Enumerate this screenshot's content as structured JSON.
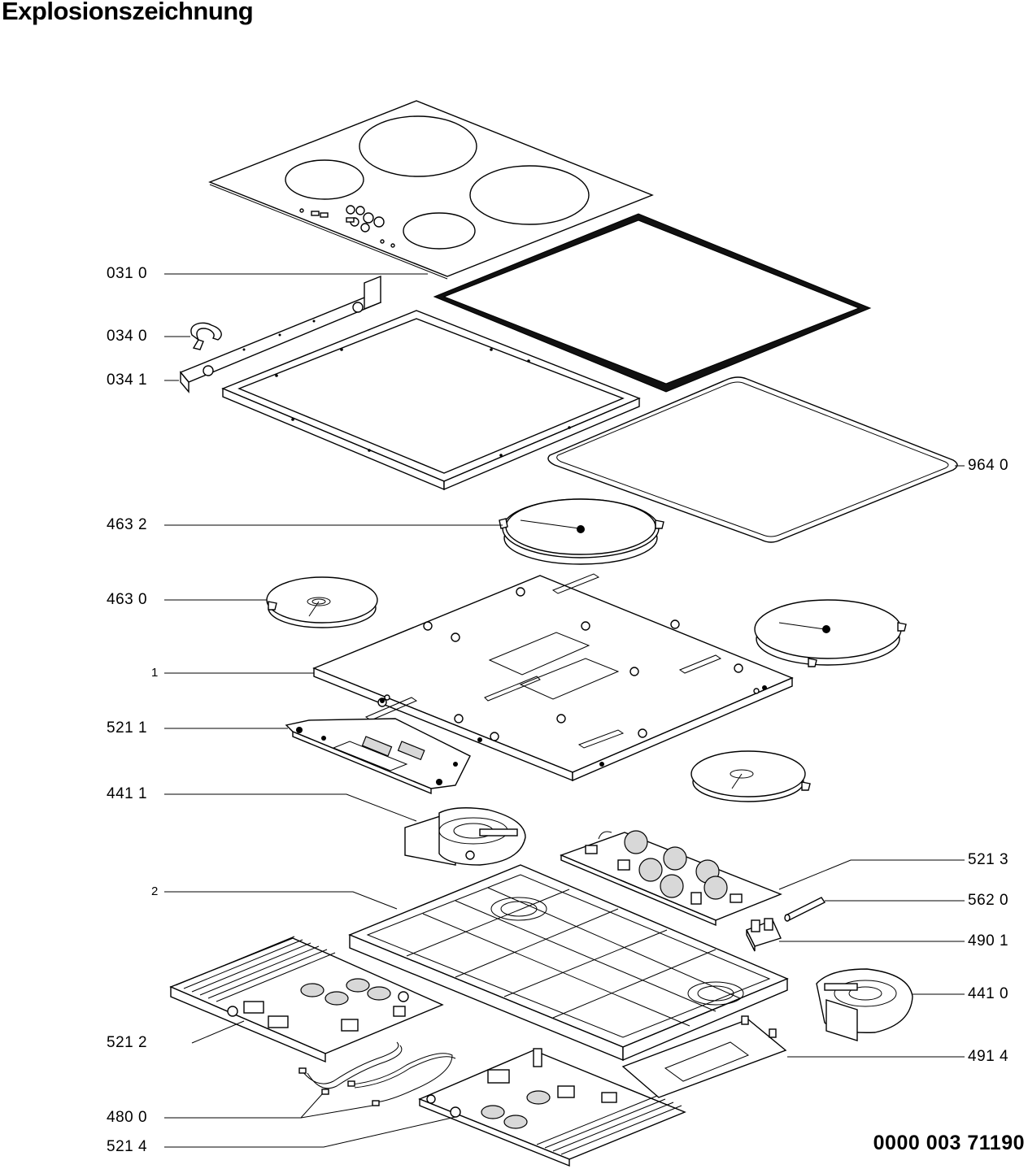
{
  "title": "Explosionszeichnung",
  "document_number": "0000 003 71190",
  "parts": [
    {
      "id": "0310",
      "label": "031 0",
      "name": "glass-ceramic-hob-top"
    },
    {
      "id": "0340",
      "label": "034 0",
      "name": "clip"
    },
    {
      "id": "0341",
      "label": "034 1",
      "name": "side-rail-bracket"
    },
    {
      "id": "9640",
      "label": "964 0",
      "name": "seal-gasket"
    },
    {
      "id": "4632",
      "label": "463 2",
      "name": "induction-coil-large"
    },
    {
      "id": "4630",
      "label": "463 0",
      "name": "induction-coil-small"
    },
    {
      "id": "1",
      "label": "1",
      "name": "support-plate"
    },
    {
      "id": "5211",
      "label": "521 1",
      "name": "control-board"
    },
    {
      "id": "4411",
      "label": "441 1",
      "name": "fan-left"
    },
    {
      "id": "2",
      "label": "2",
      "name": "housing-tray"
    },
    {
      "id": "5212",
      "label": "521 2",
      "name": "power-board-left"
    },
    {
      "id": "4800",
      "label": "480 0",
      "name": "cable-set"
    },
    {
      "id": "5214",
      "label": "521 4",
      "name": "power-board-bottom"
    },
    {
      "id": "5213",
      "label": "521 3",
      "name": "power-board-right"
    },
    {
      "id": "5620",
      "label": "562 0",
      "name": "fuse"
    },
    {
      "id": "4901",
      "label": "490 1",
      "name": "terminal-block"
    },
    {
      "id": "4410",
      "label": "441 0",
      "name": "fan-right"
    },
    {
      "id": "4914",
      "label": "491 4",
      "name": "cover-plate"
    }
  ]
}
